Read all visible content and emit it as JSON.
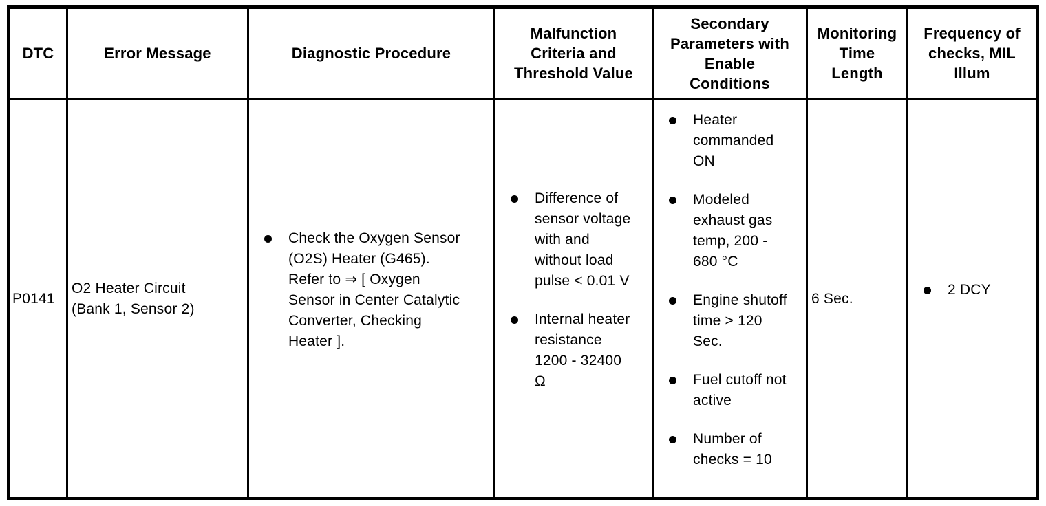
{
  "colors": {
    "background": "#ffffff",
    "border": "#000000",
    "text": "#000000"
  },
  "table": {
    "header": {
      "dtc": "DTC",
      "error_message": "Error Message",
      "diagnostic_procedure": "Diagnostic Procedure",
      "malfunction_criteria": "Malfunction\nCriteria and\nThreshold Value",
      "secondary_parameters": "Secondary\nParameters with\nEnable\nConditions",
      "monitoring_time": "Monitoring\nTime\nLength",
      "frequency": "Frequency of\nchecks, MIL\nIllum"
    },
    "row": {
      "dtc": "P0141",
      "error_message": "O2 Heater Circuit\n(Bank 1, Sensor 2)",
      "diagnostic_procedure": [
        "Check the Oxygen Sensor\n(O2S) Heater (G465).\nRefer to ⇒ [ Oxygen\nSensor in Center Catalytic\nConverter, Checking\nHeater ]."
      ],
      "malfunction_criteria": [
        "Difference of\nsensor voltage\nwith and\nwithout load\npulse < 0.01 V",
        "Internal heater\nresistance\n1200 - 32400\nΩ"
      ],
      "secondary_parameters": [
        "Heater\ncommanded\nON",
        "Modeled\nexhaust gas\ntemp, 200 -\n680 °C",
        "Engine shutoff\ntime > 120\nSec.",
        "Fuel cutoff not\nactive",
        "Number of\nchecks = 10"
      ],
      "monitoring_time": "6 Sec.",
      "frequency": [
        "2 DCY"
      ]
    }
  }
}
